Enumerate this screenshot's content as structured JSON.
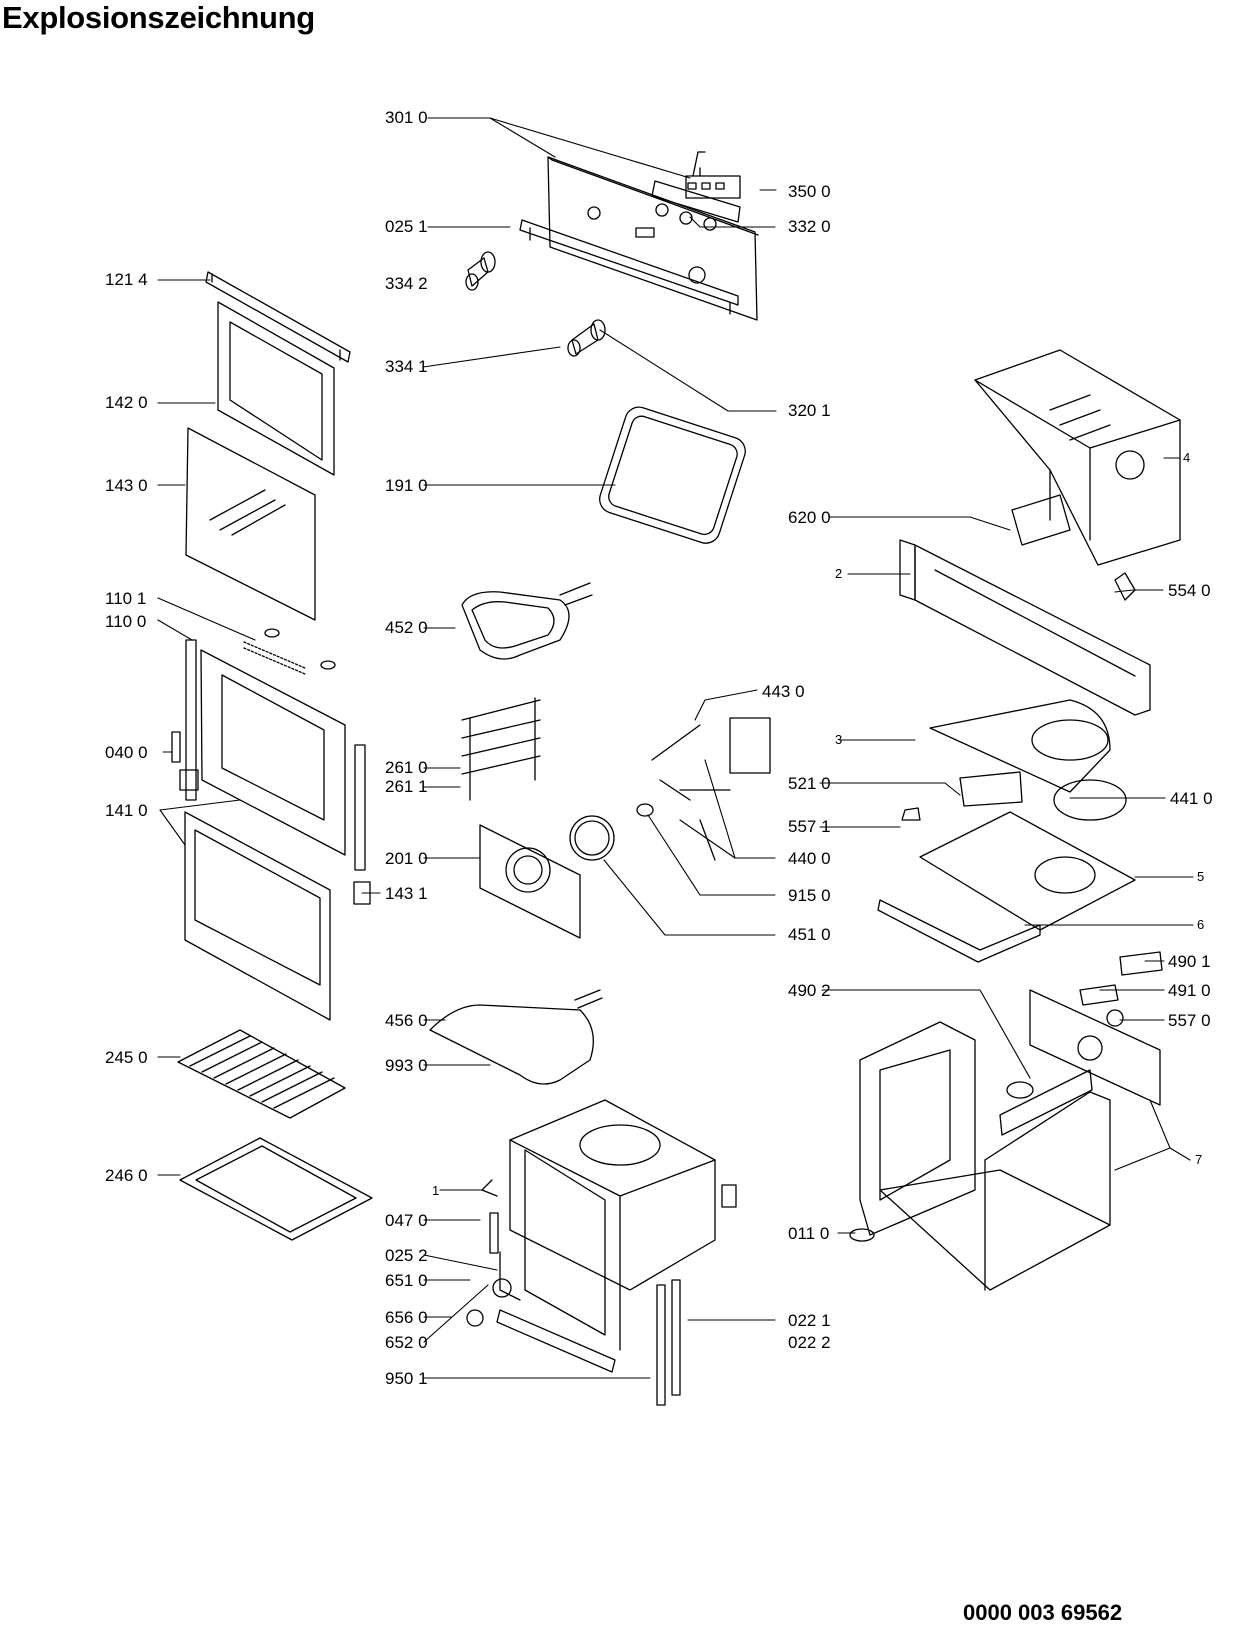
{
  "header": {
    "title": "Explosionszeichnung"
  },
  "footer": {
    "document_number": "0000 003 69562"
  },
  "callouts": [
    {
      "id": "c3010",
      "label": "301 0"
    },
    {
      "id": "c3500",
      "label": "350 0"
    },
    {
      "id": "c0251",
      "label": "025 1"
    },
    {
      "id": "c3320",
      "label": "332 0"
    },
    {
      "id": "c1214",
      "label": "121 4"
    },
    {
      "id": "c3342",
      "label": "334 2"
    },
    {
      "id": "c3341",
      "label": "334 1"
    },
    {
      "id": "c3201",
      "label": "320 1"
    },
    {
      "id": "c1420",
      "label": "142 0"
    },
    {
      "id": "c1430",
      "label": "143 0"
    },
    {
      "id": "c1910",
      "label": "191 0"
    },
    {
      "id": "c4",
      "label": "4"
    },
    {
      "id": "c6200",
      "label": "620 0"
    },
    {
      "id": "c2",
      "label": "2"
    },
    {
      "id": "c5540",
      "label": "554 0"
    },
    {
      "id": "c1101",
      "label": "110 1"
    },
    {
      "id": "c1100",
      "label": "110 0"
    },
    {
      "id": "c4520",
      "label": "452 0"
    },
    {
      "id": "c4430",
      "label": "443 0"
    },
    {
      "id": "c3",
      "label": "3"
    },
    {
      "id": "c0400",
      "label": "040 0"
    },
    {
      "id": "c2610",
      "label": "261 0"
    },
    {
      "id": "c2611",
      "label": "261 1"
    },
    {
      "id": "c5210",
      "label": "521 0"
    },
    {
      "id": "c4410",
      "label": "441 0"
    },
    {
      "id": "c1410",
      "label": "141 0"
    },
    {
      "id": "c5571",
      "label": "557 1"
    },
    {
      "id": "c2010",
      "label": "201 0"
    },
    {
      "id": "c4400",
      "label": "440 0"
    },
    {
      "id": "c1431",
      "label": "143 1"
    },
    {
      "id": "c9150",
      "label": "915 0"
    },
    {
      "id": "c5",
      "label": "5"
    },
    {
      "id": "c4510",
      "label": "451 0"
    },
    {
      "id": "c6",
      "label": "6"
    },
    {
      "id": "c4901",
      "label": "490 1"
    },
    {
      "id": "c4910",
      "label": "491 0"
    },
    {
      "id": "c4902",
      "label": "490 2"
    },
    {
      "id": "c4560",
      "label": "456 0"
    },
    {
      "id": "c5570",
      "label": "557 0"
    },
    {
      "id": "c2450",
      "label": "245 0"
    },
    {
      "id": "c9930",
      "label": "993 0"
    },
    {
      "id": "c7",
      "label": "7"
    },
    {
      "id": "c2460",
      "label": "246 0"
    },
    {
      "id": "c1",
      "label": "1"
    },
    {
      "id": "c0470",
      "label": "047 0"
    },
    {
      "id": "c0110",
      "label": "011 0"
    },
    {
      "id": "c0252",
      "label": "025 2"
    },
    {
      "id": "c6510",
      "label": "651 0"
    },
    {
      "id": "c6560",
      "label": "656 0"
    },
    {
      "id": "c0221",
      "label": "022 1"
    },
    {
      "id": "c6520",
      "label": "652 0"
    },
    {
      "id": "c0222",
      "label": "022 2"
    },
    {
      "id": "c9501",
      "label": "950 1"
    }
  ]
}
